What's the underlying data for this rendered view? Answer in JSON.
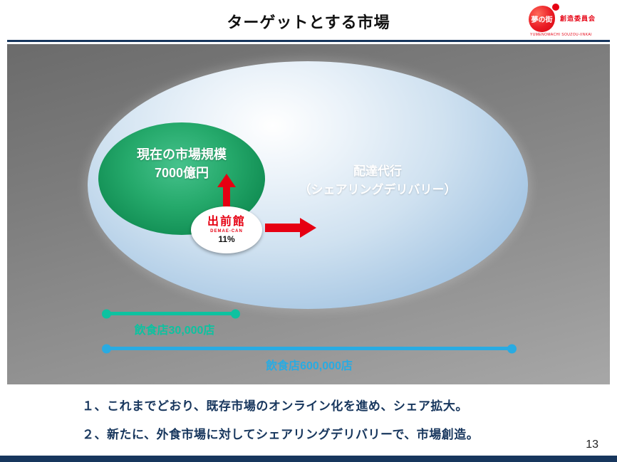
{
  "slide": {
    "title": "ターゲットとする市場",
    "page_number": "13"
  },
  "logo": {
    "mark": "夢の街",
    "name": "創造委員会",
    "subtext": "YUMENOMACHI SOUZOU-IINKAI"
  },
  "diagram": {
    "current_market": {
      "line1": "現在の市場規模",
      "line2": "7000億円"
    },
    "new_market": {
      "line1": "配達代行",
      "line2": "（シェアリングデリバリー）"
    },
    "badge": {
      "brand": "出前館",
      "brand_sub": "DEMAE-CAN",
      "share": "11%"
    },
    "measure_small": {
      "label": "飲食店30,000店"
    },
    "measure_large": {
      "label": "飲食店600,000店"
    }
  },
  "notes": [
    "１、これまでどおり、既存市場のオンライン化を進め、シェア拡大。",
    "２、新たに、外食市場に対してシェアリングデリバリーで、市場創造。"
  ],
  "colors": {
    "navy": "#17365d",
    "arrow_red": "#e60012",
    "teal": "#0dc2a0",
    "blue": "#29abe2",
    "green_dark": "#0a7a46",
    "green_light": "#46c28c"
  }
}
